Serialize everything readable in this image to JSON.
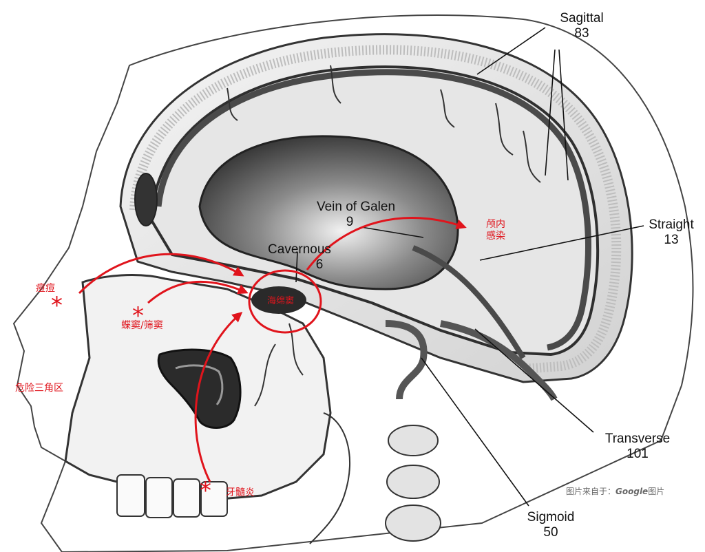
{
  "colors": {
    "accent": "#e0141c",
    "ink": "#111111",
    "shade": "#4a4a4a"
  },
  "sinuses": [
    {
      "id": "sagittal",
      "name": "Sagittal",
      "value": "83"
    },
    {
      "id": "straight",
      "name": "Straight",
      "value": "13"
    },
    {
      "id": "transverse",
      "name": "Transverse",
      "value": "101"
    },
    {
      "id": "sigmoid",
      "name": "Sigmoid",
      "value": "50"
    },
    {
      "id": "cavernous",
      "name": "Cavernous",
      "value": "6"
    },
    {
      "id": "galen",
      "name": "Vein of Galen",
      "value": "9"
    }
  ],
  "annotations": {
    "acne": "痘痘",
    "sinusitis": "蝶窦/筛窦",
    "danger_triangle": "危险三角区",
    "dental": "牙髓炎",
    "cavernous_cn": "海绵窦",
    "intracranial_line1": "颅内",
    "intracranial_line2": "感染"
  },
  "credit": {
    "prefix": "图片来自于：",
    "brand": "Google",
    "suffix": "图片"
  }
}
